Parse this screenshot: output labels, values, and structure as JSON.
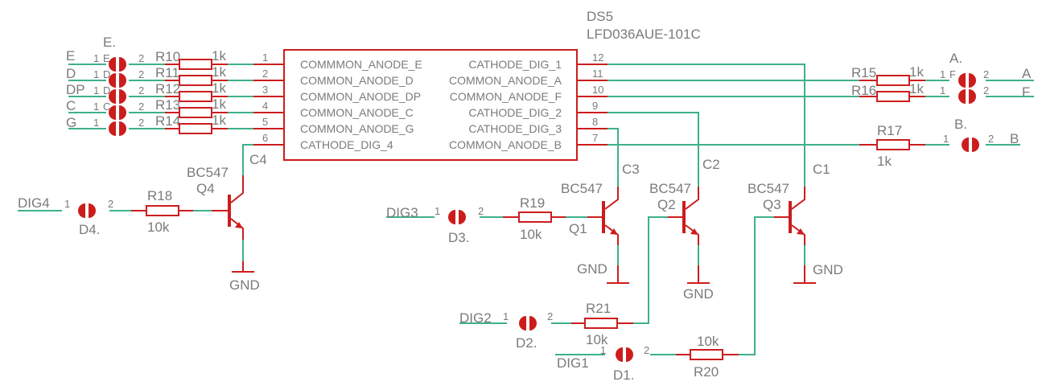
{
  "colors": {
    "wire": "#3fb08a",
    "part": "#cc1d1d",
    "text": "#7b7b7b",
    "background": "#ffffff"
  },
  "display": {
    "ref": "DS5",
    "model": "LFD036AUE-101C",
    "left_pins": [
      {
        "num": "1",
        "name": "COMMMON_ANODE_E"
      },
      {
        "num": "2",
        "name": "COMMON_ANODE_D"
      },
      {
        "num": "3",
        "name": "COMMON_ANODE_DP"
      },
      {
        "num": "4",
        "name": "COMMON_ANODE_C"
      },
      {
        "num": "5",
        "name": "COMMON_ANODE_G"
      },
      {
        "num": "6",
        "name": "CATHODE_DIG_4"
      }
    ],
    "right_pins": [
      {
        "num": "12",
        "name": "CATHODE_DIG_1"
      },
      {
        "num": "11",
        "name": "COMMON_ANODE_A"
      },
      {
        "num": "10",
        "name": "COMMON_ANODE_F"
      },
      {
        "num": "9",
        "name": "CATHODE_DIG_2"
      },
      {
        "num": "8",
        "name": "CATHODE_DIG_3"
      },
      {
        "num": "7",
        "name": "COMMON_ANODE_B"
      }
    ]
  },
  "left_group": {
    "jumper_ref": "E.",
    "rows": [
      {
        "net": "E",
        "jp_pin1": "1",
        "jp_pin2": "2",
        "jp_name": "E",
        "res_ref": "R10",
        "res_value": "1k"
      },
      {
        "net": "D",
        "jp_pin1": "1",
        "jp_pin2": "2",
        "jp_name": "D",
        "res_ref": "R11",
        "res_value": "1k"
      },
      {
        "net": "DP",
        "jp_pin1": "1",
        "jp_pin2": "2",
        "jp_name": "D",
        "res_ref": "R12",
        "res_value": "1k"
      },
      {
        "net": "C",
        "jp_pin1": "1",
        "jp_pin2": "2",
        "jp_name": "C",
        "res_ref": "R13",
        "res_value": "1k"
      },
      {
        "net": "G",
        "jp_pin1": "1",
        "jp_pin2": "2",
        "jp_name": "",
        "res_ref": "R14",
        "res_value": "1k"
      }
    ]
  },
  "right_group": {
    "jumper_ref": "A.",
    "jp_name": "F",
    "rows": [
      {
        "res_ref": "R15",
        "res_value": "1k",
        "jp_pin1": "1",
        "jp_pin2": "2",
        "net": "A"
      },
      {
        "res_ref": "R16",
        "res_value": "1k",
        "jp_pin1": "1",
        "jp_pin2": "2",
        "net": "F"
      }
    ]
  },
  "b_branch": {
    "res_ref": "R17",
    "res_value": "1k",
    "jumper_ref": "B.",
    "jp_pin1": "1",
    "jp_pin2": "2",
    "net": "B"
  },
  "transistors": {
    "q4": {
      "model": "BC547",
      "ref": "Q4",
      "collector": "C4",
      "gnd": "GND"
    },
    "q1": {
      "model": "BC547",
      "ref": "Q1",
      "collector": "C3",
      "gnd": "GND"
    },
    "q2": {
      "model": "BC547",
      "ref": "Q2",
      "collector": "C2",
      "gnd": "GND"
    },
    "q3": {
      "model": "BC547",
      "ref": "Q3",
      "collector": "C1",
      "gnd": "GND"
    }
  },
  "digit_inputs": {
    "dig4": {
      "net": "DIG4",
      "jumper_ref": "D4.",
      "pin1": "1",
      "pin2": "2",
      "res_ref": "R18",
      "res_value": "10k"
    },
    "dig3": {
      "net": "DIG3",
      "jumper_ref": "D3.",
      "pin1": "1",
      "pin2": "2",
      "res_ref": "R19",
      "res_value": "10k"
    },
    "dig2": {
      "net": "DIG2",
      "jumper_ref": "D2.",
      "pin1": "1",
      "pin2": "2",
      "res_ref": "R21",
      "res_value": "10k"
    },
    "dig1": {
      "net": "DIG1",
      "jumper_ref": "D1.",
      "pin1": "1",
      "pin2": "2",
      "res_ref": "R20",
      "res_value": "10k"
    }
  }
}
